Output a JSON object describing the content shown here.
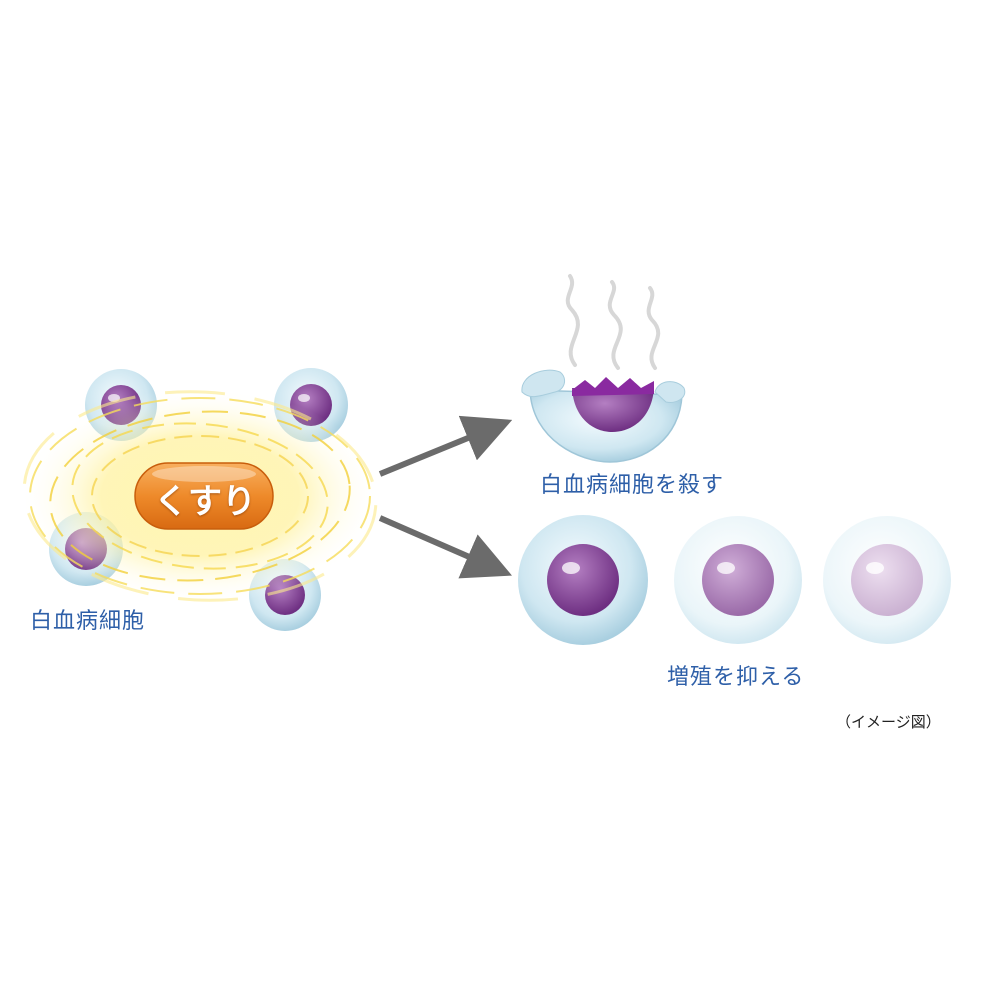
{
  "drug": {
    "label": "くすり"
  },
  "labels": {
    "source_cells": "白血病細胞",
    "kill": "白血病細胞を殺す",
    "suppress": "増殖を抑える"
  },
  "note": "（イメージ図）",
  "colors": {
    "label_text": "#2e5fa8",
    "pill_orange": "#ef8a2c",
    "cell_membrane": "#c6e2ee",
    "nucleus_purple": "#7b3f8c",
    "arrow_gray": "#6b6b6b"
  }
}
